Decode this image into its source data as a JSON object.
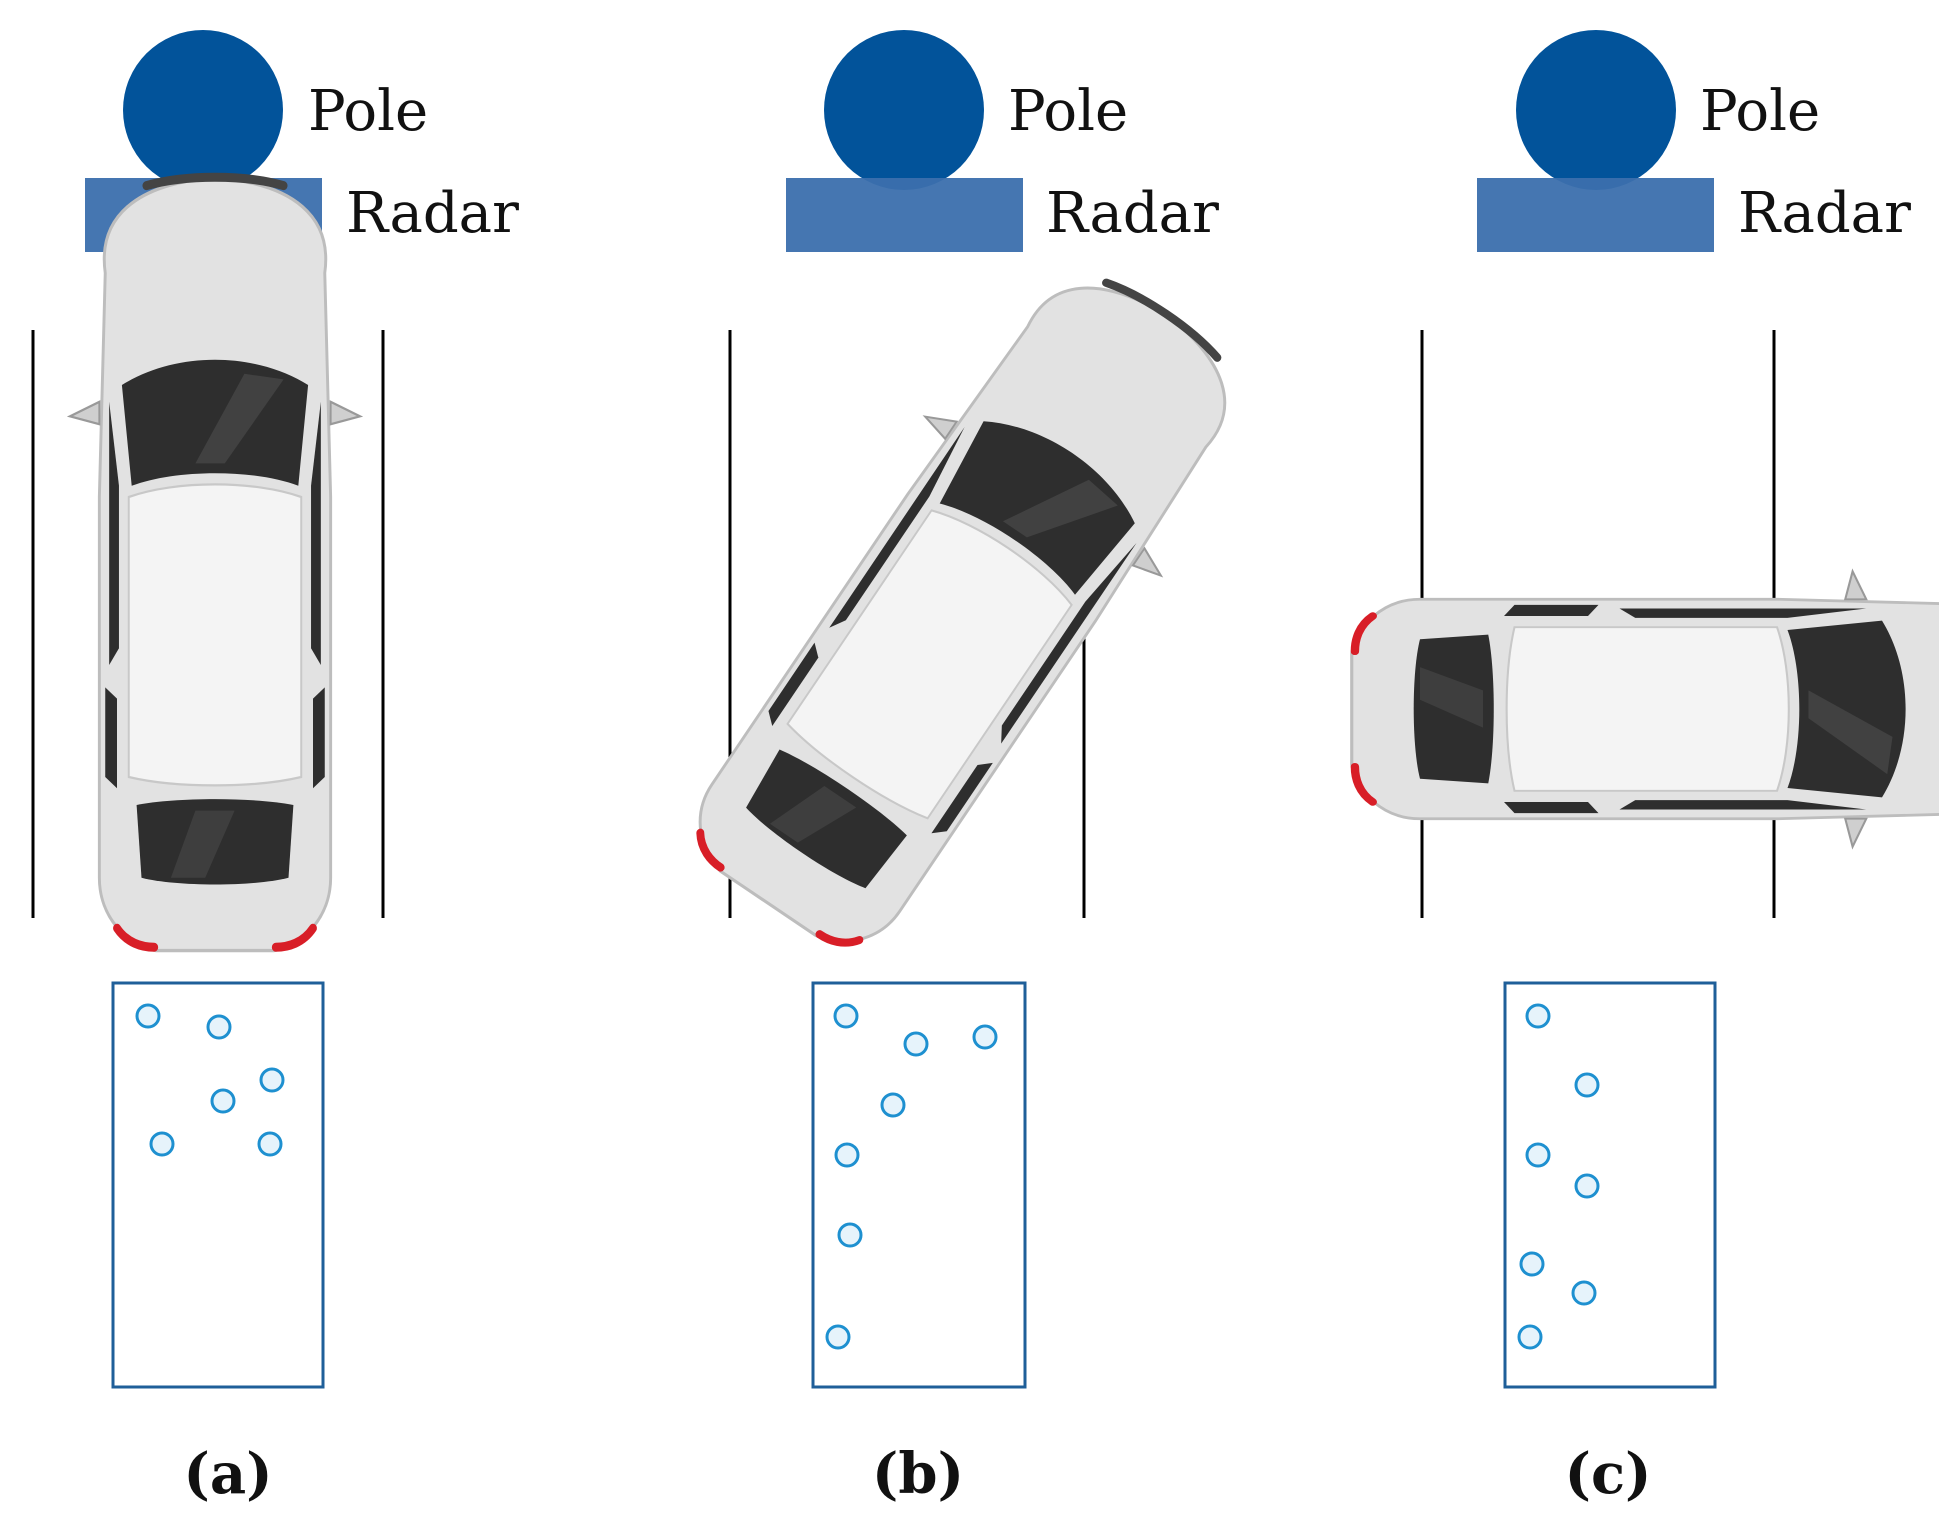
{
  "legend": {
    "pole_label": "Pole",
    "radar_label": "Radar"
  },
  "colors": {
    "pole": "#02539A",
    "radar": "#3B6FAD",
    "point_stroke": "#1E90D0",
    "point_fill": "#E6F3FB",
    "box_stroke": "#1F5F99",
    "lane_line": "#000000",
    "car_body": "#E3E3E3",
    "car_roof": "#F3F3F3",
    "car_glass": "#2E2E2E",
    "tail_light": "#D81E27"
  },
  "panels": [
    {
      "caption": "(a)",
      "car_orientation": "vertical",
      "detected_points": 6
    },
    {
      "caption": "(b)",
      "car_orientation": "diagonal",
      "detected_points": 7
    },
    {
      "caption": "(c)",
      "car_orientation": "horizontal",
      "detected_points": 7
    }
  ]
}
